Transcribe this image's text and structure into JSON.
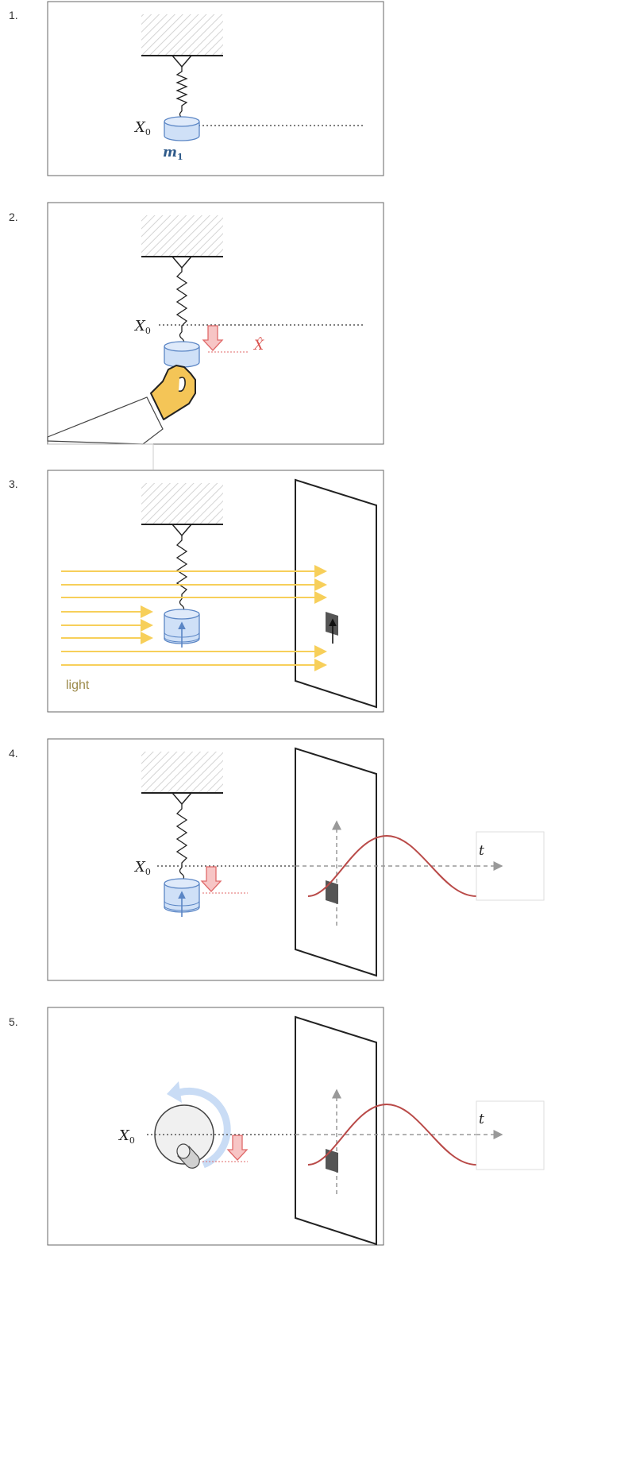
{
  "steps": [
    {
      "number": "1.",
      "x0_label": "X",
      "x0_sub": "0",
      "mass_label": "m",
      "mass_sub": "1"
    },
    {
      "number": "2.",
      "x0_label": "X",
      "x0_sub": "0",
      "xhat_label": "X̂"
    },
    {
      "number": "3.",
      "light_label": "light"
    },
    {
      "number": "4.",
      "x0_label": "X",
      "x0_sub": "0",
      "t_label": "t"
    },
    {
      "number": "5.",
      "x0_label": "X",
      "x0_sub": "0",
      "t_label": "t"
    }
  ],
  "colors": {
    "frame": "#555555",
    "mass_fill": "#cfe0f7",
    "mass_stroke": "#5b86c5",
    "mass_label": "#2e5a8a",
    "arrow_red_fill": "#f7c5c5",
    "arrow_red_stroke": "#e06a6a",
    "xhat": "#d9534f",
    "light": "#f7cf5a",
    "light_label": "#9c8a4a",
    "wave": "#b94a48",
    "hand": "#f4c557",
    "rotate_arrow": "#c9dcf5"
  }
}
